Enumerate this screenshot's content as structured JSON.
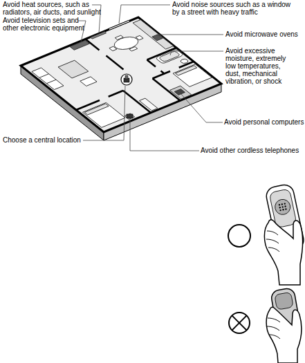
{
  "diagram": {
    "labels": [
      "Avoid heat sources, such as radiators, air ducts, and sunlight",
      "Avoid television sets and other electronic equipment",
      "Avoid noise sources such as a window by a street with heavy traffic",
      "Avoid microwave ovens",
      "Avoid excessive moisture, extremely low temperatures, dust, mechanical vibration, or shock",
      "Avoid personal computers",
      "Choose a central location",
      "Avoid other cordless telephones"
    ]
  }
}
